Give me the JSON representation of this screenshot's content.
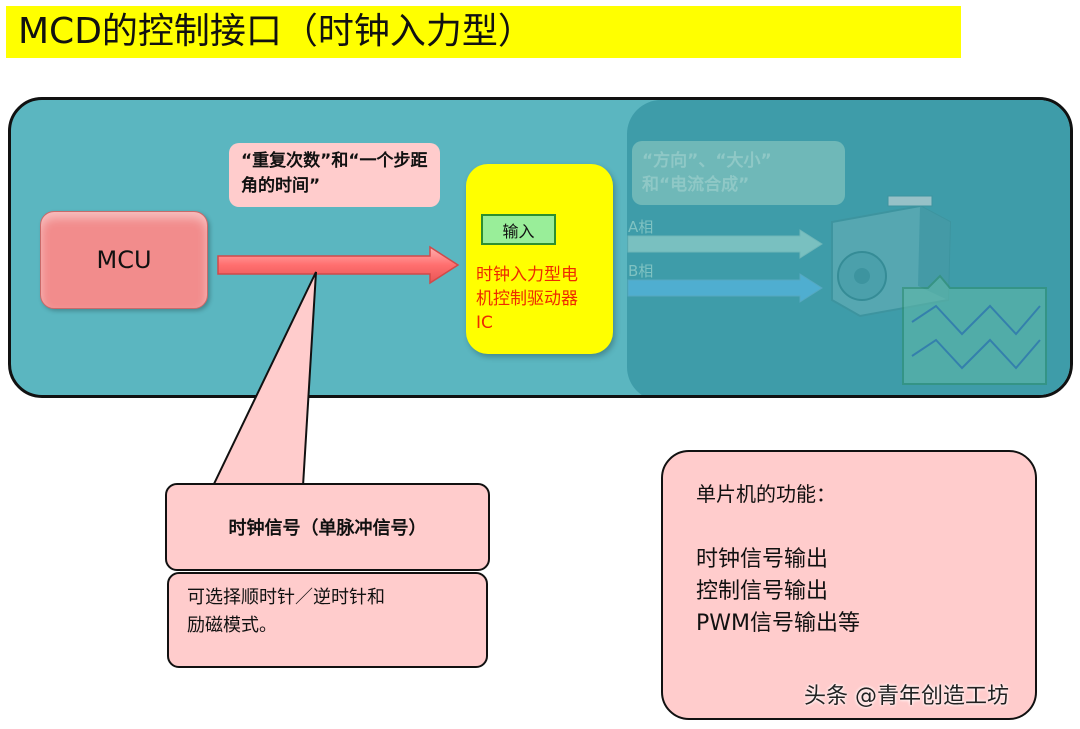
{
  "title": "MCD的控制接口（时钟入力型）",
  "mcu_label": "MCU",
  "note_label": "“重复次数”和“一个步距角的时间”",
  "driver": {
    "input_label": "输入",
    "chip_label": "时钟入力型电\n机控制驱动器\nIC"
  },
  "direction_note": "“方向”、“大小”\n和“电流合成”",
  "phases": {
    "a": "A相",
    "b": "B相"
  },
  "callout": {
    "title": "时钟信号（单脉冲信号）",
    "description": "可选择顺时针／逆时针和\n励磁模式。"
  },
  "mcu_functions": {
    "title": "单片机的功能：",
    "items": [
      "时钟信号输出",
      "控制信号输出",
      "PWM信号输出等"
    ]
  },
  "watermark": "头条 @青年创造工坊",
  "colors": {
    "title_bg": "#ffff00",
    "panel": "#5bb6c0",
    "mcu": "#f28c8c",
    "driver": "#ffff00",
    "callout": "#ffcccc",
    "arrow": "#ff6f6f",
    "driver_text": "#ee2a00"
  }
}
